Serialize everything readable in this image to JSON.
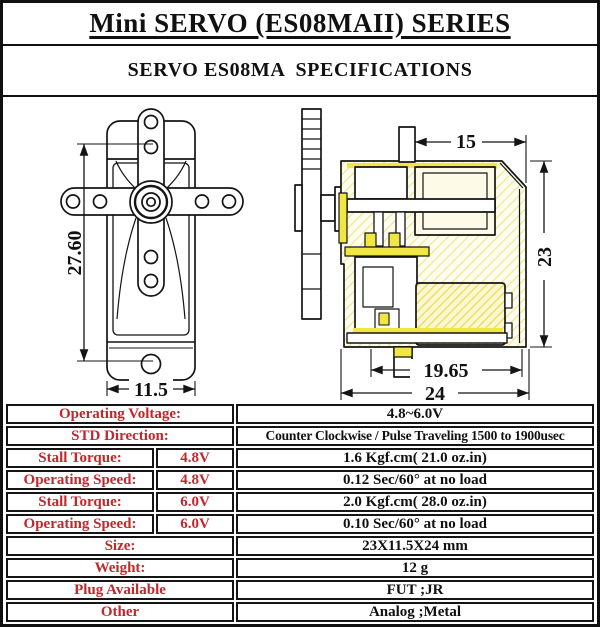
{
  "header": {
    "title": "Mini SERVO (ES08MAII) SERIES",
    "subtitle": "SERVO ES08MA  SPECIFICATIONS"
  },
  "drawing": {
    "front_view": {
      "description": "servo front view with cross horn",
      "dim_height": "27.60",
      "dim_width": "11.5"
    },
    "side_view": {
      "description": "servo side cross-section view",
      "dim_top_width": "15",
      "dim_height": "23",
      "dim_case_width": "19.65",
      "dim_total_width": "24"
    }
  },
  "colors": {
    "label_red": "#c1272d",
    "line_black": "#141414",
    "hatch_yellow": "#f1e743"
  },
  "table": {
    "rows": [
      {
        "label": "Operating Voltage:",
        "voltage": "",
        "value": "4.8~6.0V"
      },
      {
        "label": "STD  Direction:",
        "voltage": "",
        "value": "Counter Clockwise / Pulse Traveling 1500 to 1900usec"
      },
      {
        "label": "Stall  Torque:",
        "voltage": "4.8V",
        "value": "1.6 Kgf.cm( 21.0 oz.in)"
      },
      {
        "label": "Operating Speed:",
        "voltage": "4.8V",
        "value": "0.12 Sec/60° at no load"
      },
      {
        "label": "Stall  Torque:",
        "voltage": "6.0V",
        "value": "2.0 Kgf.cm( 28.0 oz.in)"
      },
      {
        "label": "Operating Speed:",
        "voltage": "6.0V",
        "value": "0.10 Sec/60° at no load"
      },
      {
        "label": "Size:",
        "voltage": "",
        "value": "23X11.5X24 mm"
      },
      {
        "label": "Weight:",
        "voltage": "",
        "value": "12 g"
      },
      {
        "label": "Plug  Available",
        "voltage": "",
        "value": "FUT ;JR"
      },
      {
        "label": "Other",
        "voltage": "",
        "value": "Analog ;Metal"
      }
    ]
  }
}
